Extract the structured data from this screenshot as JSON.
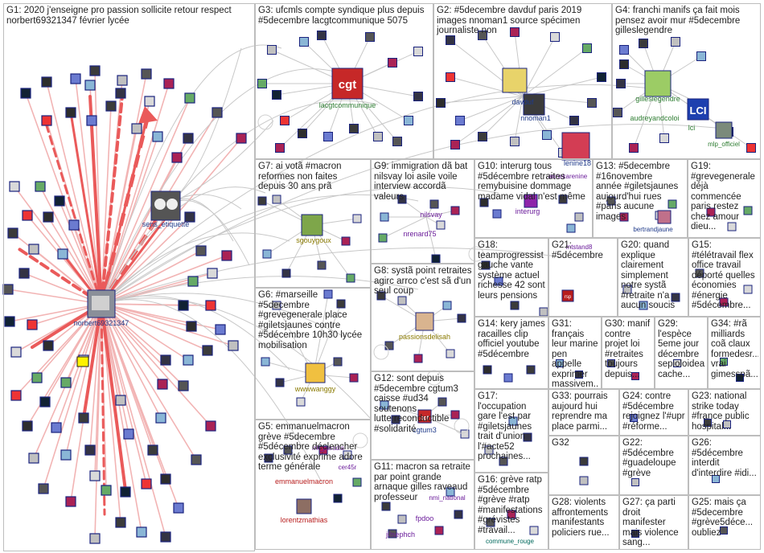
{
  "colors": {
    "edge_light": "#c8c8c8",
    "edge_red": "#ea5a5a",
    "edge_pink": "#f2b4b4",
    "label_blue": "#1f3a8a",
    "label_green": "#2e7d32",
    "label_red": "#b71c1c",
    "label_purple": "#6a1b9a",
    "label_olive": "#8a7a00",
    "label_teal": "#00695c"
  },
  "groups": [
    {
      "id": "G1",
      "text": "G1: 2020 j'enseigne pro passion sollicite retour respect\nnorbert69321347 février lycée"
    },
    {
      "id": "G3",
      "text": "G3: ufcmls compte syndique plus depuis\n#5decembre lacgtcommunique 5075"
    },
    {
      "id": "G2",
      "text": "G2: #5decembre davduf paris 2019\nimages nnoman1 source spécimen\njournaliste non"
    },
    {
      "id": "G4",
      "text": "G4: franchi manifs ça fait mois\npensez avoir mur #5decembre\ngilleslegendre"
    },
    {
      "id": "G7",
      "text": "G7: ai votã #macron\nreformes non faites\ndepuis 30 ans prã"
    },
    {
      "id": "G9",
      "text": "G9: immigration dã bat\nnilsvay loi asile voile\ninterview accordã\nvaleurs"
    },
    {
      "id": "G10",
      "text": "G10: interurg tous\n#5décembre retraites\nremybuisine dommage\nmadame vidal n'est même"
    },
    {
      "id": "G13",
      "text": "G13: #5decembre\n#16novembre\nannée #giletsjaunes\naujourd'hui rues\n#paris aucune\nimages"
    },
    {
      "id": "G19",
      "text": "G19:\n#grevegenerale\ndéjà\ncommencée\nparis restez\nchez amour\ndieu..."
    },
    {
      "id": "G18",
      "text": "G18:\nteamprogressist\ngauche vante\nsystème actuel\nrichesse 42 sont\nleurs pensions"
    },
    {
      "id": "G21",
      "text": "G21: #5décembre"
    },
    {
      "id": "G20",
      "text": "G20: quand\nexplique\nclairement\nsimplement\nnotre systã\n#retraite n'a\naucun soucis"
    },
    {
      "id": "G15",
      "text": "G15:\n#télétravail flex\noffice travail\ndéporté quelles\néconomies\n#énergie\n#5décembre..."
    },
    {
      "id": "G6",
      "text": "G6: #marseille\n#5decembre\n#grevegenerale place\n#giletsjaunes contre\n#5décembre 10h30 lycée\nmobilisation"
    },
    {
      "id": "G8",
      "text": "G8: systã point retraites\nagirc arrco c'est sã d'un\nseul coup"
    },
    {
      "id": "G14",
      "text": "G14: kery james\nracailles clip\nofficiel youtube\n#5décembre"
    },
    {
      "id": "G31",
      "text": "G31:\nfrançais\nleur marine\npen appelle\nexprimer\nmassivem..."
    },
    {
      "id": "G30",
      "text": "G30: manif\ncontre\nprojet loi\n#retraites\ntoujours\ndepuis..."
    },
    {
      "id": "G29",
      "text": "G29:\nl'espèce\n5eme jour\ndécembre\nsepioloidea\ncache..."
    },
    {
      "id": "G34",
      "text": "G34: #rã\nmilliards\ncoã claux\nformedesr...\nvrai\ngimesspã..."
    },
    {
      "id": "G12",
      "text": "G12: sont depuis\n#5decembre cgtum3\ncaisse #ud34 soutenons\nlutte reconductible\n#solidarité"
    },
    {
      "id": "G33",
      "text": "G33: pourrais\naujourd hui\nreprendre ma\nplace parmi..."
    },
    {
      "id": "G24",
      "text": "G24: contre\n#5décembre\nrejoignez l'#upr\n#réforme..."
    },
    {
      "id": "G23",
      "text": "G23: national\nstrike today\n#france public\nhospital..."
    },
    {
      "id": "G5",
      "text": "G5: emmanuelmacron\ngrève #5decembre\n#5décembre déclencher\nexclusivité exprime adore\nterme générale"
    },
    {
      "id": "G17",
      "text": "G17:\nl'occupation\ngare l'est par\n#giletsjaunes\ntrait d'union\nl'#acte52\nprochaines..."
    },
    {
      "id": "G32",
      "text": "G32"
    },
    {
      "id": "G22",
      "text": "G22:\n#5décembre\n#guadeloupe\n#grève"
    },
    {
      "id": "G26",
      "text": "G26:\n#5décembre\ninterdit\nd'interdire #idi..."
    },
    {
      "id": "G11",
      "text": "G11: macron sa retraite\npar point grande\narnaque gilles raveaud\nprofesseur"
    },
    {
      "id": "G16",
      "text": "G16: grève ratp\n#5décembre\n#grève #ratp\n#manifestations\n#grévistes\n#travail..."
    },
    {
      "id": "G28",
      "text": "G28: violents\naffrontements\nmanifestants\npoliciers rue..."
    },
    {
      "id": "G27",
      "text": "G27: ça parti\ndroit manifester\nmais violence\nsang..."
    },
    {
      "id": "G25",
      "text": "G25: mais ça\n#5decembre\n#grève5déce...\noubliez"
    }
  ],
  "labels": [
    {
      "id": "sens_etiquette",
      "text": "sens_etiquette"
    },
    {
      "id": "norbert69321347",
      "text": "norbert69321347"
    },
    {
      "id": "lacgtcommunique",
      "text": "lacgtcommunique"
    },
    {
      "id": "davduf",
      "text": "davduf"
    },
    {
      "id": "nnoman1",
      "text": "nnoman1"
    },
    {
      "id": "lenine18",
      "text": "lenine18"
    },
    {
      "id": "annekarenine",
      "text": "annekarenine"
    },
    {
      "id": "gilleslegendre",
      "text": "gilleslegendre"
    },
    {
      "id": "audreyandcoloi",
      "text": "audreyandcoloi"
    },
    {
      "id": "lci",
      "text": "lci"
    },
    {
      "id": "mlp_officiel",
      "text": "mlp_officiel"
    },
    {
      "id": "sgouygoux",
      "text": "sgouygoux"
    },
    {
      "id": "nilsvay",
      "text": "nilsvay"
    },
    {
      "id": "nrenard75",
      "text": "nrenard75"
    },
    {
      "id": "interurg",
      "text": "interurg"
    },
    {
      "id": "bertrandjaune",
      "text": "bertrandjaune"
    },
    {
      "id": "mtstand8",
      "text": "mtstand8"
    },
    {
      "id": "passionsdelisah",
      "text": "passionsdelisah"
    },
    {
      "id": "wwwwanggy",
      "text": "wwwwanggy"
    },
    {
      "id": "cgtum3",
      "text": "cgtum3"
    },
    {
      "id": "emmanuelmacron",
      "text": "emmanuelmacron"
    },
    {
      "id": "cer45r",
      "text": "cer45r"
    },
    {
      "id": "rrk_paradis",
      "text": "rrk_paradis"
    },
    {
      "id": "lorentzmathias",
      "text": "lorentzmathias"
    },
    {
      "id": "nmi_national",
      "text": "nmi_national"
    },
    {
      "id": "fpdoo",
      "text": "fpdoo"
    },
    {
      "id": "j0sephch",
      "text": "j0sephch"
    },
    {
      "id": "commune_rouge",
      "text": "commune_rouge"
    }
  ],
  "icons": [
    {
      "id": "cgt",
      "text": "cgt"
    },
    {
      "id": "lci_logo",
      "text": "LCI"
    },
    {
      "id": "cgt_small",
      "text": "cgt"
    },
    {
      "id": "rsp",
      "text": "rsp"
    }
  ]
}
